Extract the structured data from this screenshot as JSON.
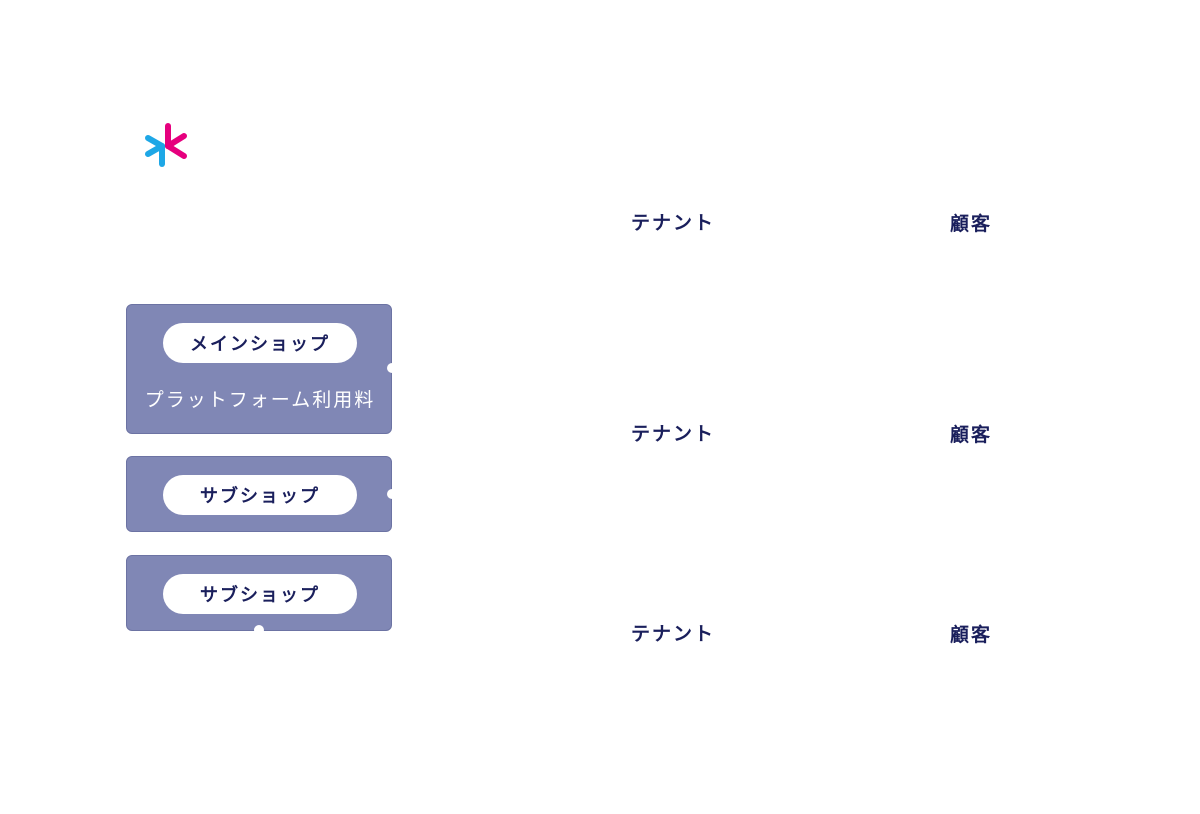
{
  "cards": [
    {
      "title": "メインショップ",
      "subtitle": "プラットフォーム利用料"
    },
    {
      "title": "サブショップ"
    },
    {
      "title": "サブショップ"
    }
  ],
  "rows": [
    {
      "tenant": "テナント",
      "customer": "顧客"
    },
    {
      "tenant": "テナント",
      "customer": "顧客"
    },
    {
      "tenant": "テナント",
      "customer": "顧客"
    }
  ],
  "colors": {
    "card_fill": "#8087b5",
    "label_text": "#1a1f5c",
    "logo_pink": "#e6007e",
    "logo_blue": "#1ea7e6"
  },
  "icons": {
    "logo": "asterisk-logo-icon"
  }
}
